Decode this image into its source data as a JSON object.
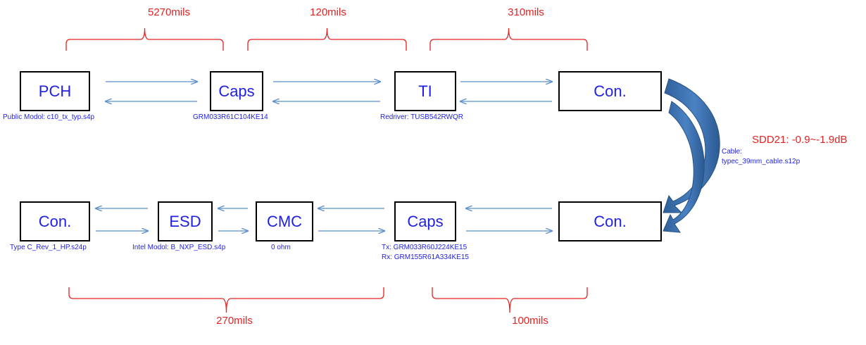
{
  "colors": {
    "box_text": "#1f1fe6",
    "box_border": "#000000",
    "arrow": "#5b8fcc",
    "length": "#e32222",
    "loop_arrow": "#3a6ea8"
  },
  "top_row": {
    "pch": {
      "label": "PCH",
      "note": "Public Modol: c10_tx_typ.s4p"
    },
    "caps": {
      "label": "Caps",
      "note": "GRM033R61C104KE14"
    },
    "ti": {
      "label": "TI",
      "note": "Redriver: TUSB542RWQR"
    },
    "con": {
      "label": "Con."
    }
  },
  "bottom_row": {
    "con_left": {
      "label": "Con.",
      "note": "Type C_Rev_1_HP.s24p"
    },
    "esd": {
      "label": "ESD",
      "note": "Intel Modol: B_NXP_ESD.s4p"
    },
    "cmc": {
      "label": "CMC",
      "note": "0 ohm"
    },
    "caps": {
      "label": "Caps",
      "note_tx": "Tx: GRM033R60J224KE15",
      "note_rx": "Rx: GRM155R61A334KE15"
    },
    "con_right": {
      "label": "Con."
    }
  },
  "lengths": {
    "top_1": "5270mils",
    "top_2": "120mils",
    "top_3": "310mils",
    "bottom_1": "270mils",
    "bottom_2": "100mils"
  },
  "cable": {
    "label_line1": "Cable:",
    "label_line2": "typec_39mm_cable.s12p",
    "sdd21": "SDD21: -0.9~-1.9dB"
  }
}
